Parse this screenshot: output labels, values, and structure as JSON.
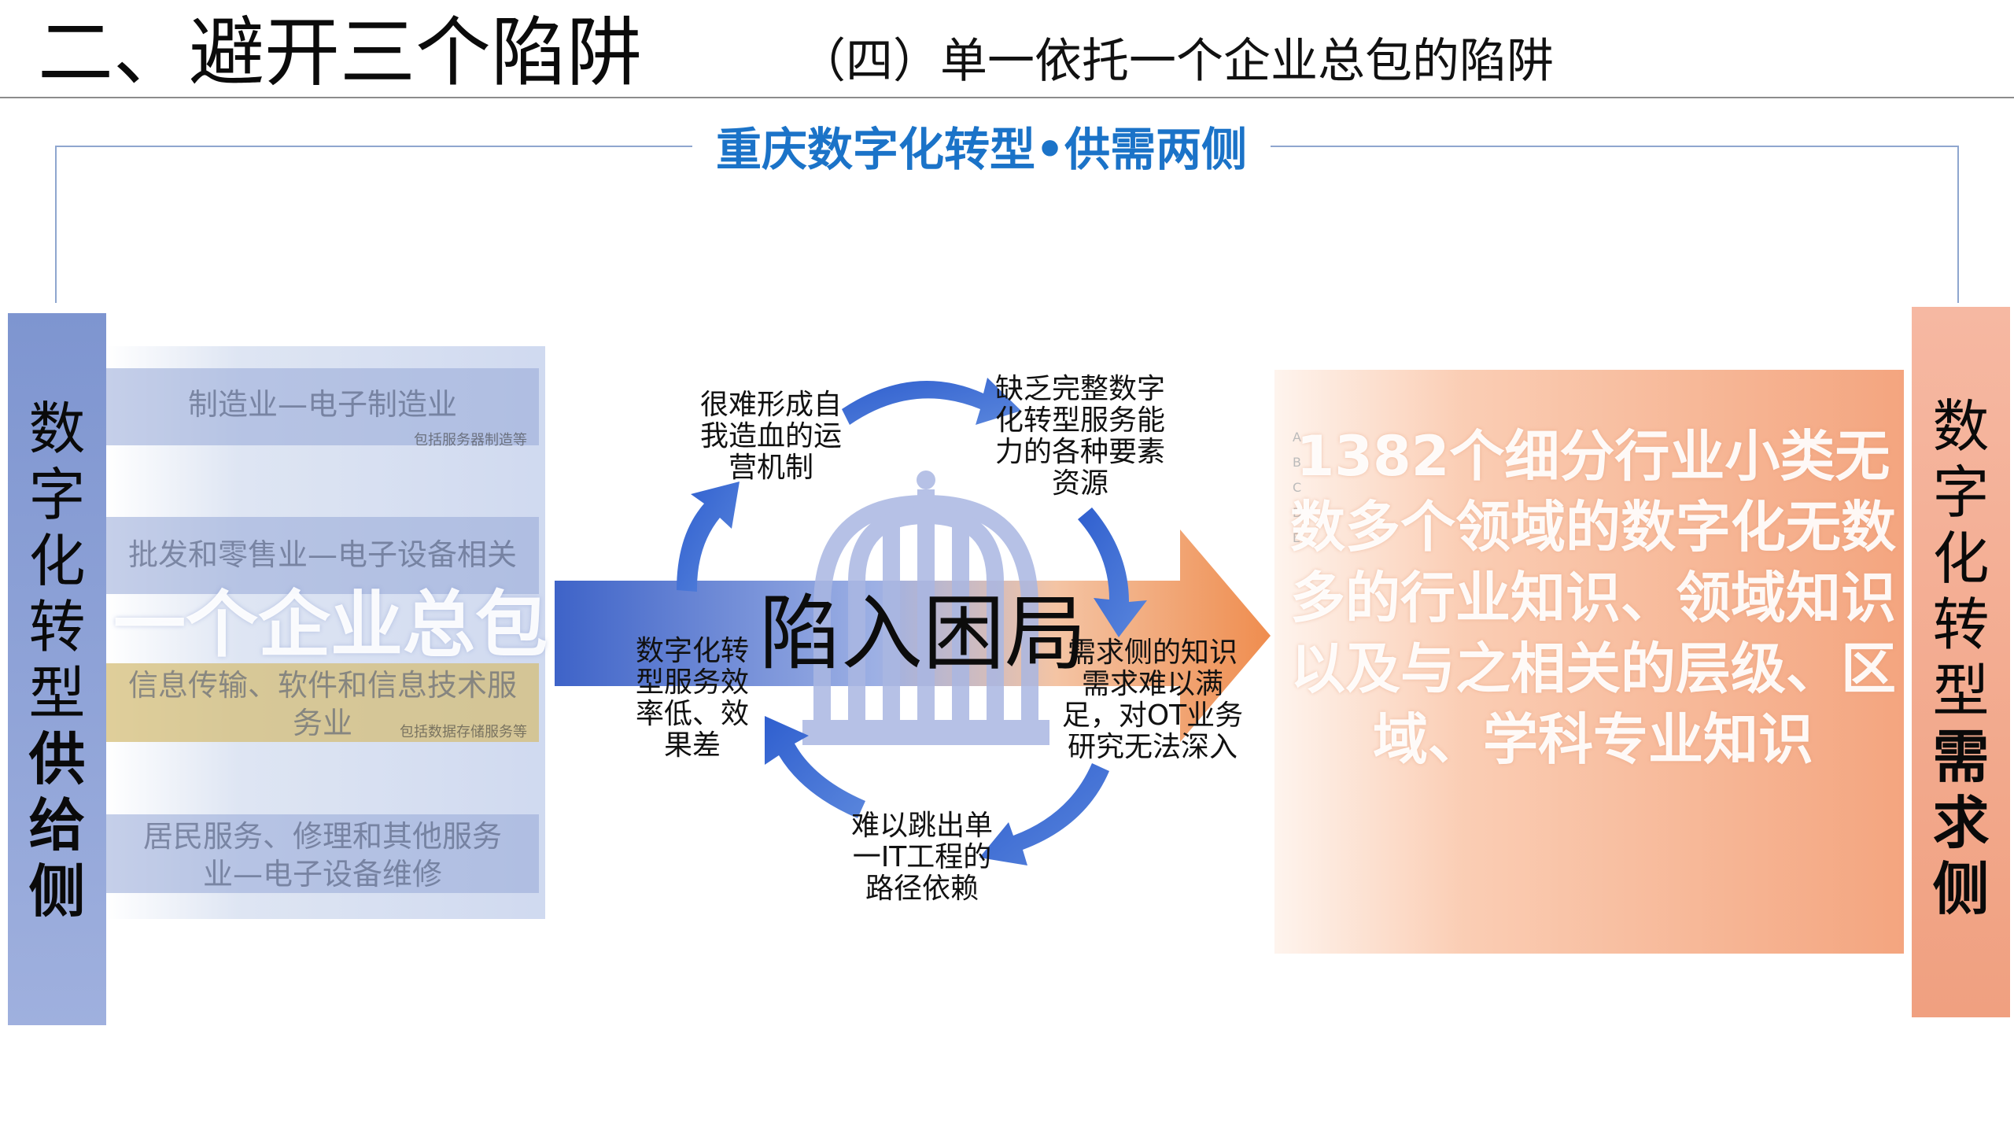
{
  "header": {
    "title": "二、避开三个陷阱",
    "subtitle": "（四）单一依托一个企业总包的陷阱"
  },
  "bracket_title": "重庆数字化转型•供需两侧",
  "supply_label": [
    "数",
    "字",
    "化",
    "转",
    "型",
    "供",
    "给",
    "侧"
  ],
  "demand_label": [
    "数",
    "字",
    "化",
    "转",
    "型",
    "需",
    "求",
    "侧"
  ],
  "supply_panel": {
    "rows": [
      {
        "text": "制造业—电子制造业",
        "note": "包括服务器制造等"
      },
      {
        "text": "批发和零售业—电子设备相关",
        "note": ""
      },
      {
        "text": "信息传输、软件和信息技术服务业",
        "note": "包括数据存储服务等"
      },
      {
        "text": "居民服务、修理和其他服务业—电子设备维修",
        "note": ""
      }
    ],
    "overlay": "一个企业总包"
  },
  "cycle": {
    "center": "陷入困局",
    "items": [
      "很难形成自我造血的运营机制",
      "缺乏完整数字化转型服务能力的各种要素资源",
      "需求侧的知识需求难以满足，对OT业务研究无法深入",
      "难以跳出单一IT工程的路径依赖",
      "数字化转型服务效率低、效果差"
    ]
  },
  "demand_panel": {
    "text": "1382个细分行业小类无数多个领域的数字化无数多的行业知识、领域知识以及与之相关的层级、区域、学科专业知识",
    "ghost": [
      "A",
      "B",
      "C",
      "D",
      "E"
    ]
  },
  "colors": {
    "accent": "#1b73c8",
    "supply": "#8fa3d8",
    "demand": "#f2a888",
    "arrow_blue": "#3a6fd0"
  }
}
